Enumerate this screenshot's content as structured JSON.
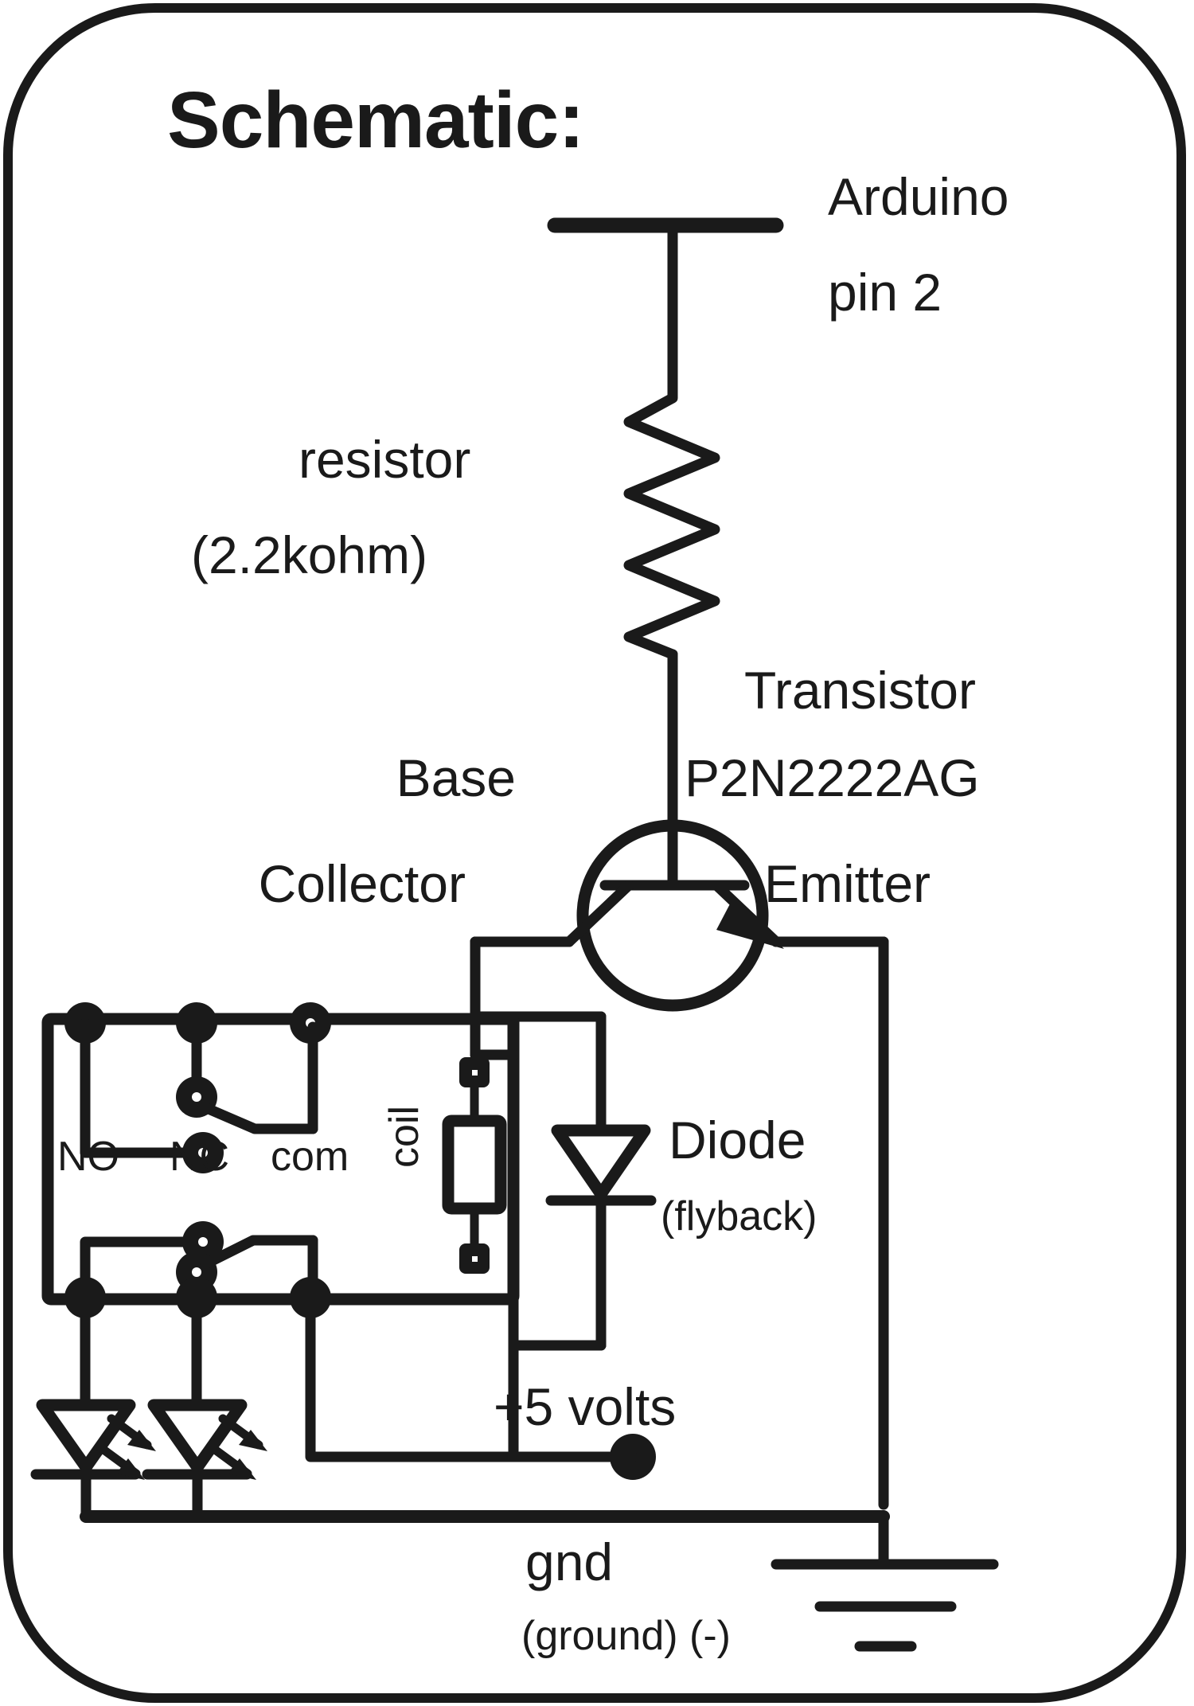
{
  "diagram": {
    "title": "Schematic:",
    "ink_color": "#1a1a1a",
    "background_color": "#ffffff"
  },
  "labels": {
    "arduino_line1": "Arduino",
    "arduino_line2": "pin 2",
    "resistor_line1": "resistor",
    "resistor_line2": "(2.2kohm)",
    "transistor_line1": "Transistor",
    "transistor_line2": "P2N2222AG",
    "base": "Base",
    "collector": "Collector",
    "emitter": "Emitter",
    "diode_line1": "Diode",
    "diode_line2": "(flyback)",
    "relay_no": "NO",
    "relay_nc": "NC",
    "relay_com": "com",
    "relay_coil": "coil",
    "supply": "+5 volts",
    "ground_line1": "gnd",
    "ground_line2": "(ground) (-)"
  },
  "components": [
    {
      "id": "resistor",
      "type": "resistor",
      "value": "2.2kohm",
      "label": "resistor"
    },
    {
      "id": "transistor",
      "type": "npn-transistor",
      "part": "P2N2222AG",
      "terminals": [
        "Base",
        "Collector",
        "Emitter"
      ]
    },
    {
      "id": "diode",
      "type": "diode",
      "role": "flyback",
      "label": "Diode"
    },
    {
      "id": "relay",
      "type": "relay",
      "contacts": [
        "NO",
        "NC",
        "com"
      ],
      "coil": "coil"
    },
    {
      "id": "led-1",
      "type": "led"
    },
    {
      "id": "led-2",
      "type": "led"
    },
    {
      "id": "supply-node",
      "type": "junction",
      "label": "+5 volts"
    },
    {
      "id": "ground-symbol",
      "type": "ground",
      "label": "gnd"
    }
  ],
  "nets": [
    {
      "from": "Arduino pin 2",
      "to": "resistor"
    },
    {
      "from": "resistor",
      "to": "Base"
    },
    {
      "from": "Collector",
      "to": "coil"
    },
    {
      "from": "Collector",
      "to": "Diode"
    },
    {
      "from": "Emitter",
      "to": "gnd"
    },
    {
      "from": "coil",
      "to": "+5 volts"
    },
    {
      "from": "com",
      "to": "+5 volts"
    },
    {
      "from": "NO",
      "to": "led-1"
    },
    {
      "from": "NC",
      "to": "led-2"
    },
    {
      "from": "led cathodes",
      "to": "gnd"
    }
  ]
}
